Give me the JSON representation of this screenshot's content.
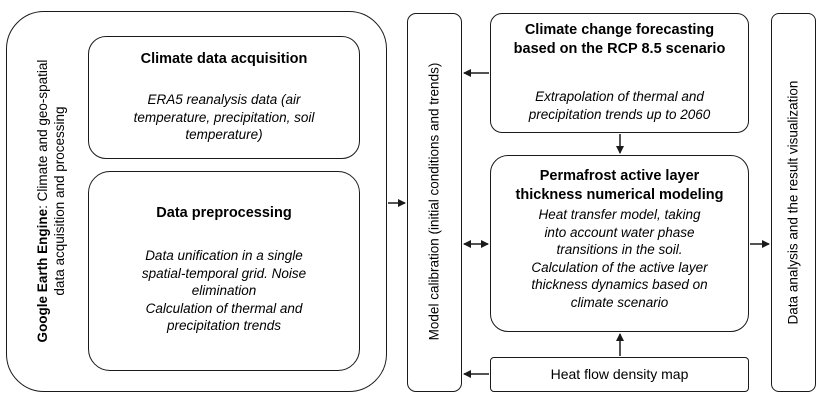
{
  "gee": {
    "label_bold": "Google Earth Engine",
    "label_rest_line1": ": Climate and geo-spatial",
    "label_line2": "data acquisition and processing"
  },
  "acquisition": {
    "title": "Climate data acquisition",
    "lines": [
      "ERA5 reanalysis data (air",
      "temperature, precipitation, soil",
      "temperature)"
    ]
  },
  "preprocessing": {
    "title": "Data preprocessing",
    "lines": [
      "Data unification in a single",
      "spatial-temporal grid. Noise",
      "elimination",
      "Calculation of  thermal and",
      "precipitation trends"
    ]
  },
  "calibration": {
    "label": "Model calibration (initial conditions and trends)"
  },
  "forecasting": {
    "title_lines": [
      "Climate change forecasting",
      "based on the RCP 8.5 scenario"
    ],
    "lines": [
      "Extrapolation of thermal and",
      "precipitation trends up to 2060"
    ]
  },
  "modeling": {
    "title_lines": [
      "Permafrost active layer",
      "thickness numerical modeling"
    ],
    "lines": [
      "Heat transfer model, taking",
      "into account water phase",
      "transitions in the soil.",
      "Calculation of the active layer",
      "thickness dynamics based on",
      "climate scenario"
    ]
  },
  "heatflow": {
    "label": "Heat flow density map"
  },
  "analysis": {
    "label": "Data analysis and the result visualization"
  }
}
